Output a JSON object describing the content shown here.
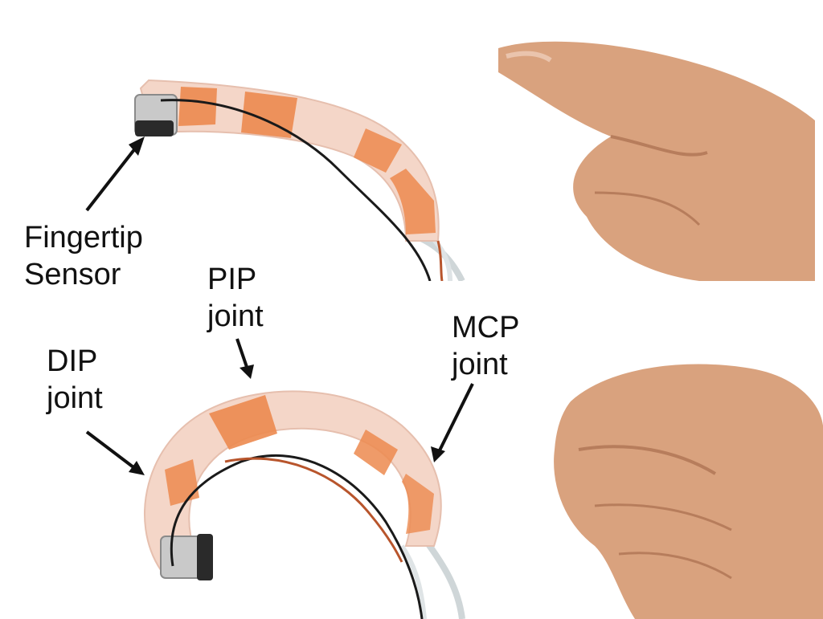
{
  "labels": {
    "fingertip_sensor": "Fingertip\nSensor",
    "pip_joint": "PIP\njoint",
    "dip_joint": "DIP\njoint",
    "mcp_joint": "MCP\njoint"
  },
  "colors": {
    "silicone": "#f4d6c8",
    "orange_pad": "#ec8a4f",
    "skin": "#d9a27e",
    "skin_shadow": "#b77d5c",
    "wire_black": "#1a1a1a",
    "wire_copper": "#b8552c",
    "arrow": "#111111"
  }
}
